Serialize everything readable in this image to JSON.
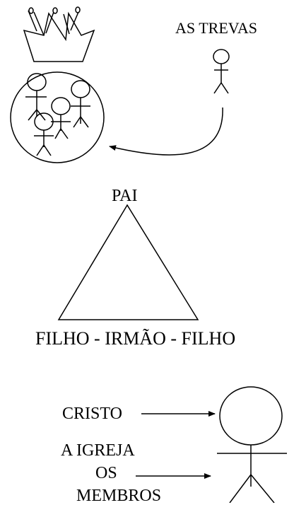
{
  "labels": {
    "trevas": "AS TREVAS",
    "pai": "PAI",
    "filho_irmao": "FILHO - IRMÃO - FILHO",
    "cristo": "CRISTO",
    "igreja": "A IGREJA",
    "os": "OS",
    "membros": "MEMBROS"
  },
  "colors": {
    "stroke": "#000000",
    "background": "#ffffff"
  },
  "icons": [
    "crown-icon",
    "stick-figure-icon",
    "arrow-icon",
    "triangle-icon",
    "circle-icon"
  ]
}
